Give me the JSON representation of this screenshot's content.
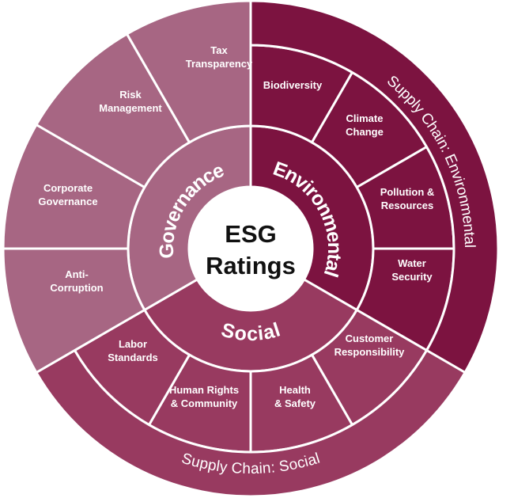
{
  "center": {
    "line1": "ESG",
    "line2": "Ratings"
  },
  "colors": {
    "environmental": "#7C1340",
    "social": "#983A60",
    "governance": "#A76683",
    "divider": "#ffffff",
    "center_fill": "#ffffff"
  },
  "pillars": [
    {
      "key": "environmental",
      "label": "Environmental",
      "topics": [
        [
          "Biodiversity"
        ],
        [
          "Climate",
          "Change"
        ],
        [
          "Pollution &",
          "Resources"
        ],
        [
          "Water",
          "Security"
        ]
      ],
      "supply_chain": "Supply Chain: Environmental"
    },
    {
      "key": "social",
      "label": "Social",
      "topics": [
        [
          "Customer",
          "Responsibility"
        ],
        [
          "Health",
          "& Safety"
        ],
        [
          "Human Rights",
          "& Community"
        ],
        [
          "Labor",
          "Standards"
        ]
      ],
      "supply_chain": "Supply Chain: Social"
    },
    {
      "key": "governance",
      "label": "Governance",
      "topics": [
        [
          "Anti-",
          "Corruption"
        ],
        [
          "Corporate",
          "Governance"
        ],
        [
          "Risk",
          "Management"
        ],
        [
          "Tax",
          "Transparency"
        ]
      ],
      "supply_chain": null
    }
  ]
}
